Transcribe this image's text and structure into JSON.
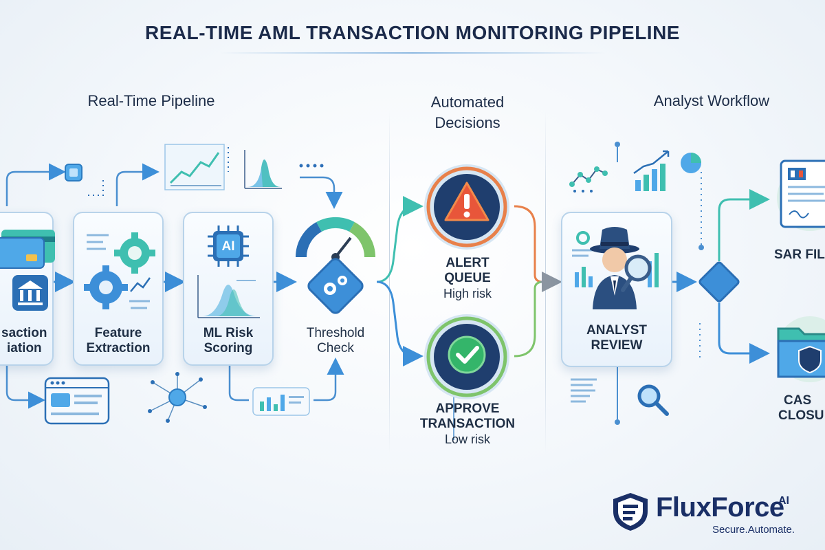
{
  "title": "REAL-TIME AML TRANSACTION MONITORING PIPELINE",
  "sections": {
    "pipeline": "Real-Time Pipeline",
    "decisions_line1": "Automated",
    "decisions_line2": "Decisions",
    "workflow": "Analyst Workflow"
  },
  "nodes": {
    "initiation_line1": "saction",
    "initiation_line2": "iation",
    "feature_line1": "Feature",
    "feature_line2": "Extraction",
    "ml_line1": "ML Risk",
    "ml_line2": "Scoring",
    "ml_chip": "AI",
    "threshold_line1": "Threshold",
    "threshold_line2": "Check",
    "alert_line1": "ALERT",
    "alert_line2": "QUEUE",
    "alert_sub": "High risk",
    "approve_line1": "APPROVE",
    "approve_line2": "TRANSACTION",
    "approve_sub": "Low risk",
    "analyst_line1": "ANALYST",
    "analyst_line2": "REVIEW",
    "sar": "SAR FIL",
    "case_line1": "CAS",
    "case_line2": "CLOSU"
  },
  "brand": {
    "name": "FluxForce",
    "sup": "AI",
    "tagline": "Secure.Automate."
  },
  "colors": {
    "accent_blue": "#3d8fd8",
    "accent_teal": "#3fbfb0",
    "alert": "#e8563a",
    "approve": "#34b56a",
    "navy": "#1a2f66"
  },
  "icons": [
    "credit-card-icon",
    "bank-icon",
    "gear-icon",
    "ai-chip-icon",
    "gauge-icon",
    "warning-icon",
    "check-icon",
    "detective-icon",
    "magnifier-icon",
    "document-icon",
    "folder-shield-icon",
    "shield-logo-icon"
  ]
}
